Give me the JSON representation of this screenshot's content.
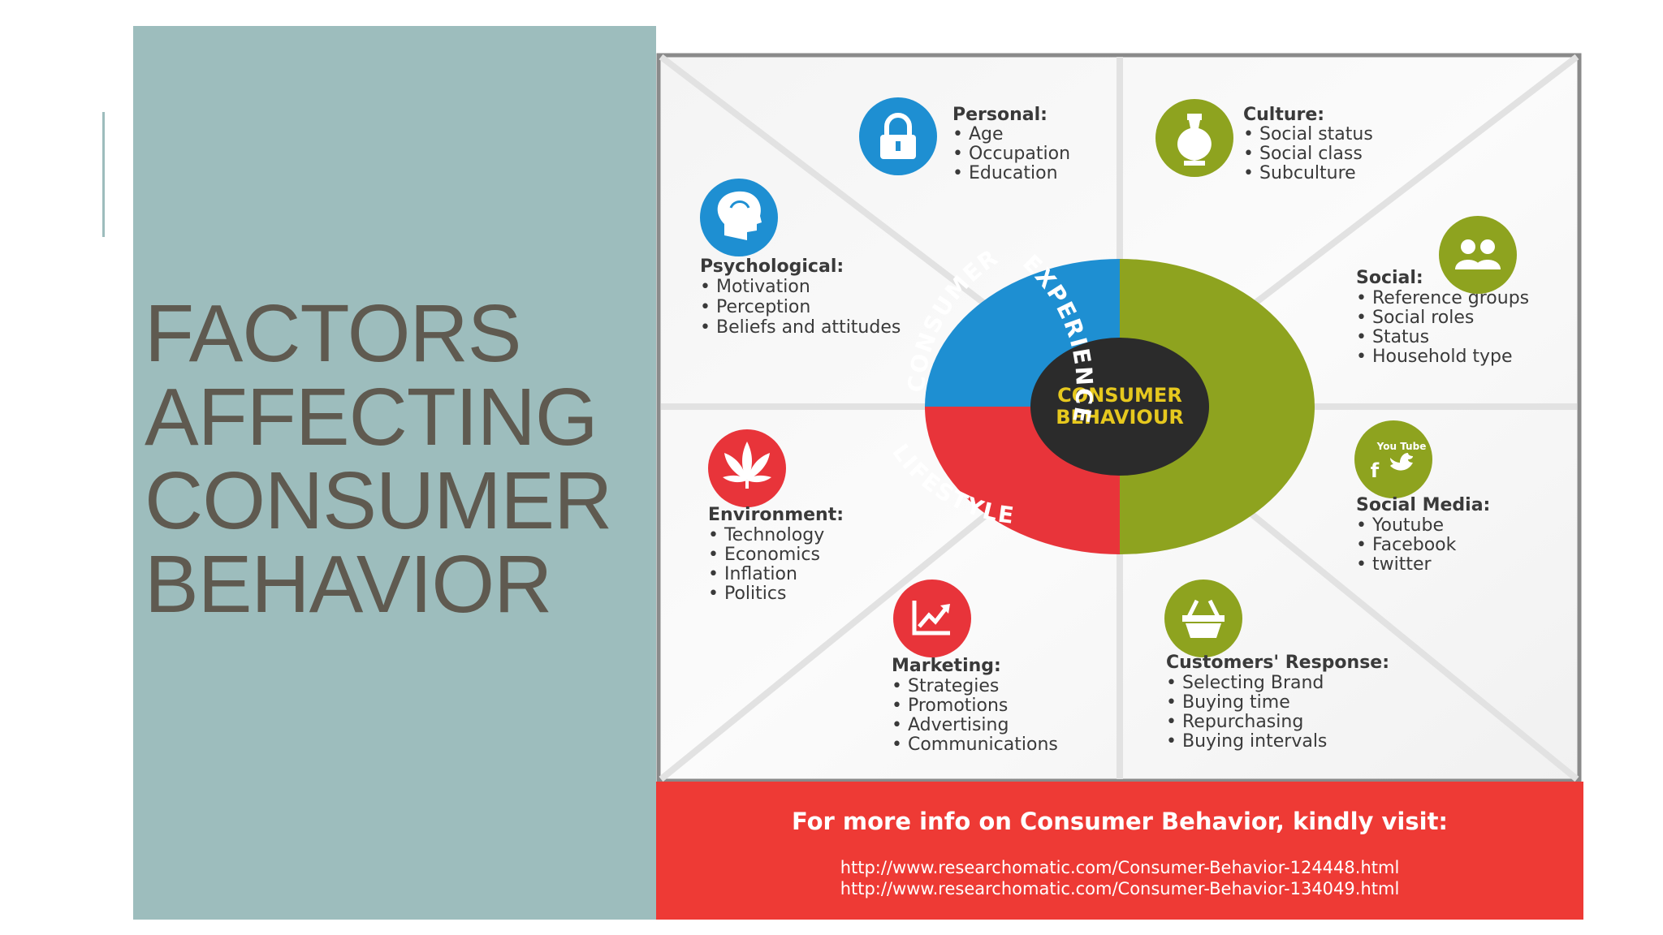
{
  "slide": {
    "title_lines": [
      "FACTORS",
      "AFFECTING",
      "CONSUMER",
      "BEHAVIOR"
    ]
  },
  "diagram": {
    "center": {
      "line1": "CONSUMER",
      "line2": "BEHAVIOUR"
    },
    "ring": {
      "top_left": "CONSUMER",
      "right": "EXPERIENCE",
      "bottom_left": "LIFESTYLE"
    },
    "factors": {
      "personal": {
        "title": "Personal:",
        "items": [
          "Age",
          "Occupation",
          "Education"
        ],
        "icon": "padlock-icon"
      },
      "culture": {
        "title": "Culture:",
        "items": [
          "Social status",
          "Social class",
          "Subculture"
        ],
        "icon": "vase-icon"
      },
      "psychological": {
        "title": "Psychological:",
        "items": [
          "Motivation",
          "Perception",
          "Beliefs and attitudes"
        ],
        "icon": "head-icon"
      },
      "social": {
        "title": "Social:",
        "items": [
          "Reference groups",
          "Social roles",
          "Status",
          "Household type"
        ],
        "icon": "people-icon"
      },
      "environment": {
        "title": "Environment:",
        "items": [
          "Technology",
          "Economics",
          "Inflation",
          "Politics"
        ],
        "icon": "leaf-icon"
      },
      "social_media": {
        "title": "Social Media:",
        "items": [
          "Youtube",
          "Facebook",
          "twitter"
        ],
        "icon": "social-media-icon",
        "icon_text": {
          "youtube": "You Tube",
          "facebook": "f"
        }
      },
      "marketing": {
        "title": "Marketing:",
        "items": [
          "Strategies",
          "Promotions",
          "Advertising",
          "Communications"
        ],
        "icon": "growth-chart-icon"
      },
      "customers_response": {
        "title": "Customers' Response:",
        "items": [
          "Selecting Brand",
          "Buying time",
          "Repurchasing",
          "Buying intervals"
        ],
        "icon": "basket-icon"
      }
    },
    "footer": {
      "heading": "For more info on Consumer Behavior, kindly visit:",
      "links": [
        "http://www.researchomatic.com/Consumer-Behavior-124448.html",
        "http://www.researchomatic.com/Consumer-Behavior-134049.html"
      ]
    }
  },
  "colors": {
    "panel": "#9dbdbd",
    "title_text": "#5f5a50",
    "blue": "#1e8fd2",
    "olive": "#8ea31f",
    "red": "#e8343a",
    "dark": "#2b2b2b",
    "footer_red": "#ee3a35"
  }
}
